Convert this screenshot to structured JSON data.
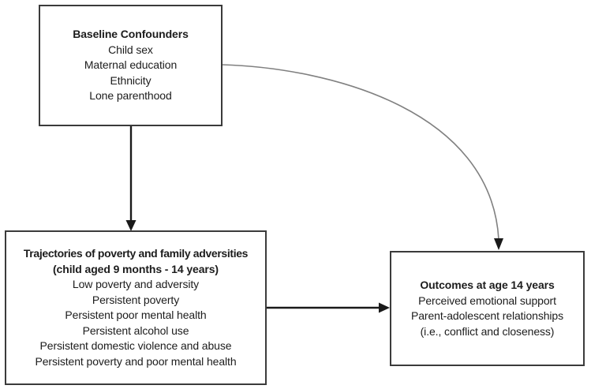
{
  "diagram": {
    "boxes": {
      "baseline_confounders": {
        "title": "Baseline Confounders",
        "items": [
          "Child sex",
          "Maternal education",
          "Ethnicity",
          "Lone parenthood"
        ]
      },
      "trajectories": {
        "title_line1": "Trajectories of poverty and family adversities",
        "title_line2": "(child aged 9 months - 14 years)",
        "items": [
          "Low poverty and adversity",
          "Persistent poverty",
          "Persistent poor mental health",
          "Persistent alcohol use",
          "Persistent domestic violence and abuse",
          "Persistent poverty and poor mental health"
        ]
      },
      "outcomes": {
        "title": "Outcomes at age 14 years",
        "items": [
          "Perceived emotional support",
          "Parent-adolescent relationships",
          "(i.e., conflict and closeness)"
        ]
      }
    },
    "colors": {
      "box_border": "#3b3b3b",
      "text": "#1c1c1c",
      "arrow_black": "#1a1a1a",
      "arrow_gray": "#808080"
    }
  }
}
